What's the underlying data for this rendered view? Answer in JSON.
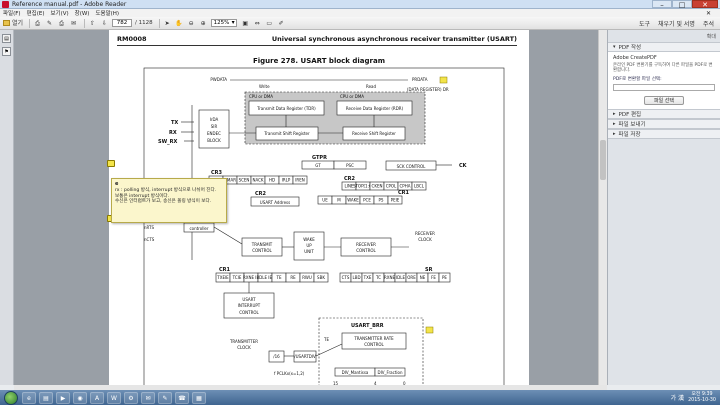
{
  "window": {
    "title": "Reference manual.pdf - Adobe Reader",
    "controls": {
      "minimize": "–",
      "maximize": "□",
      "close": "✕"
    }
  },
  "menu": {
    "items": [
      "파일(F)",
      "편집(E)",
      "보기(V)",
      "창(W)",
      "도움말(H)"
    ],
    "close_glyph": "✕"
  },
  "toolbar": {
    "open_label": "열기",
    "page_current": "782",
    "page_total": "/ 1128",
    "zoom": "125%",
    "right_tools": [
      "도구",
      "채우기 및 서명",
      "주석"
    ]
  },
  "doc": {
    "header_left": "RM0008",
    "header_right": "Universal synchronous asynchronous receiver transmitter (USART)",
    "figure_title": "Figure 278. USART block diagram"
  },
  "diagram": {
    "top_labels": [
      "PWDATA",
      "PRDATA",
      "Write",
      "Read",
      "(DATA REGISTER) DR",
      "CPU or DMA",
      "CPU or DMA"
    ],
    "registers": [
      "Transmit Data Register (TDR)",
      "Receive Data Register (RDR)",
      "Transmit Shift Register",
      "Receive Shift Register"
    ],
    "pins": [
      "TX",
      "RX",
      "SW_RX",
      "nRTS",
      "nCTS"
    ],
    "irda": [
      "IrDA",
      "SIR",
      "ENDEC",
      "BLOCK"
    ],
    "gtpr": {
      "name": "GTPR",
      "fields": [
        "GT",
        "PSC"
      ]
    },
    "sck_control": "SCK CONTROL",
    "sck_pin": "CK",
    "cr3": {
      "name": "CR3",
      "fields": [
        "DMAT",
        "DMAR",
        "SCEN",
        "NACK",
        "HD",
        "IRLP",
        "IREN"
      ]
    },
    "cr2_top": {
      "name": "CR2",
      "fields": [
        "LINE",
        "STOP[1:0]",
        "CKEN",
        "CPOL",
        "CPHA",
        "LBCL"
      ]
    },
    "cr2": {
      "name": "CR2",
      "field": "USART Address"
    },
    "cr1_top": {
      "name": "CR1",
      "fields": [
        "UE",
        "M",
        "WAKE",
        "PCE",
        "PS",
        "PEIE"
      ]
    },
    "controller": "controller",
    "transmit_control": [
      "TRANSMIT",
      "CONTROL"
    ],
    "wakeup": [
      "WAKE",
      "UP",
      "UNIT"
    ],
    "receiver_control": [
      "RECEIVER",
      "CONTROL"
    ],
    "receiver_clock": [
      "RECEIVER",
      "CLOCK"
    ],
    "cr1": {
      "name": "CR1",
      "fields": [
        "TXEIE",
        "TCIE",
        "RXNE IE",
        "IDLE IE",
        "TE",
        "RE",
        "RWU",
        "SBK"
      ]
    },
    "sr": {
      "name": "SR",
      "fields": [
        "CTS",
        "LBD",
        "TXE",
        "TC",
        "RXNE",
        "IDLE",
        "ORE",
        "NE",
        "FE",
        "PE"
      ]
    },
    "interrupt_control": [
      "USART",
      "INTERRUPT",
      "CONTROL"
    ],
    "usart_brr": "USART_BRR",
    "te_label": "TE",
    "baud_control": [
      "TRANSMITTER RATE",
      "CONTROL"
    ],
    "transmitter_clock": [
      "TRANSMITTER",
      "CLOCK"
    ],
    "div16": "/16",
    "usartdiv": "/USARTDIV",
    "mantissa": "DIV_Mantissa",
    "fraction": "DIV_Fraction",
    "brr_bits": [
      "15",
      "4",
      "0"
    ],
    "pclk": "f PCLKx(x=1,2)"
  },
  "popup": {
    "header": "e",
    "lines": [
      "rx : polling 방식, interrupt 방식으로 나뉘어 진다.",
      "보통은 interrupt 방식이다.",
      "수신은 인터럽트가 보고, 송신은 폴링 방식이 보다."
    ]
  },
  "rightpane": {
    "top_label": "확대",
    "sections": [
      {
        "title": "PDF 작성",
        "expanded": true
      },
      {
        "title": "PDF 편집",
        "expanded": false
      },
      {
        "title": "파일 보내기",
        "expanded": false
      },
      {
        "title": "파일 저장",
        "expanded": false
      }
    ],
    "create": {
      "heading": "Adobe CreatePDF",
      "desc": "온라인 PDF 변환기를 구독하여 다른 파일을 PDF로 변환합니다.",
      "select_label": "PDF로 변환할 파일 선택:",
      "button": "파일 선택"
    }
  },
  "taskbar": {
    "apps": [
      "e",
      "▤",
      "▶",
      "◉",
      "A",
      "W",
      "⚙",
      "✉",
      "✎",
      "☎",
      "▦"
    ],
    "ime": "가 漢",
    "time": "오전 9:39",
    "date": "2015-10-30"
  }
}
